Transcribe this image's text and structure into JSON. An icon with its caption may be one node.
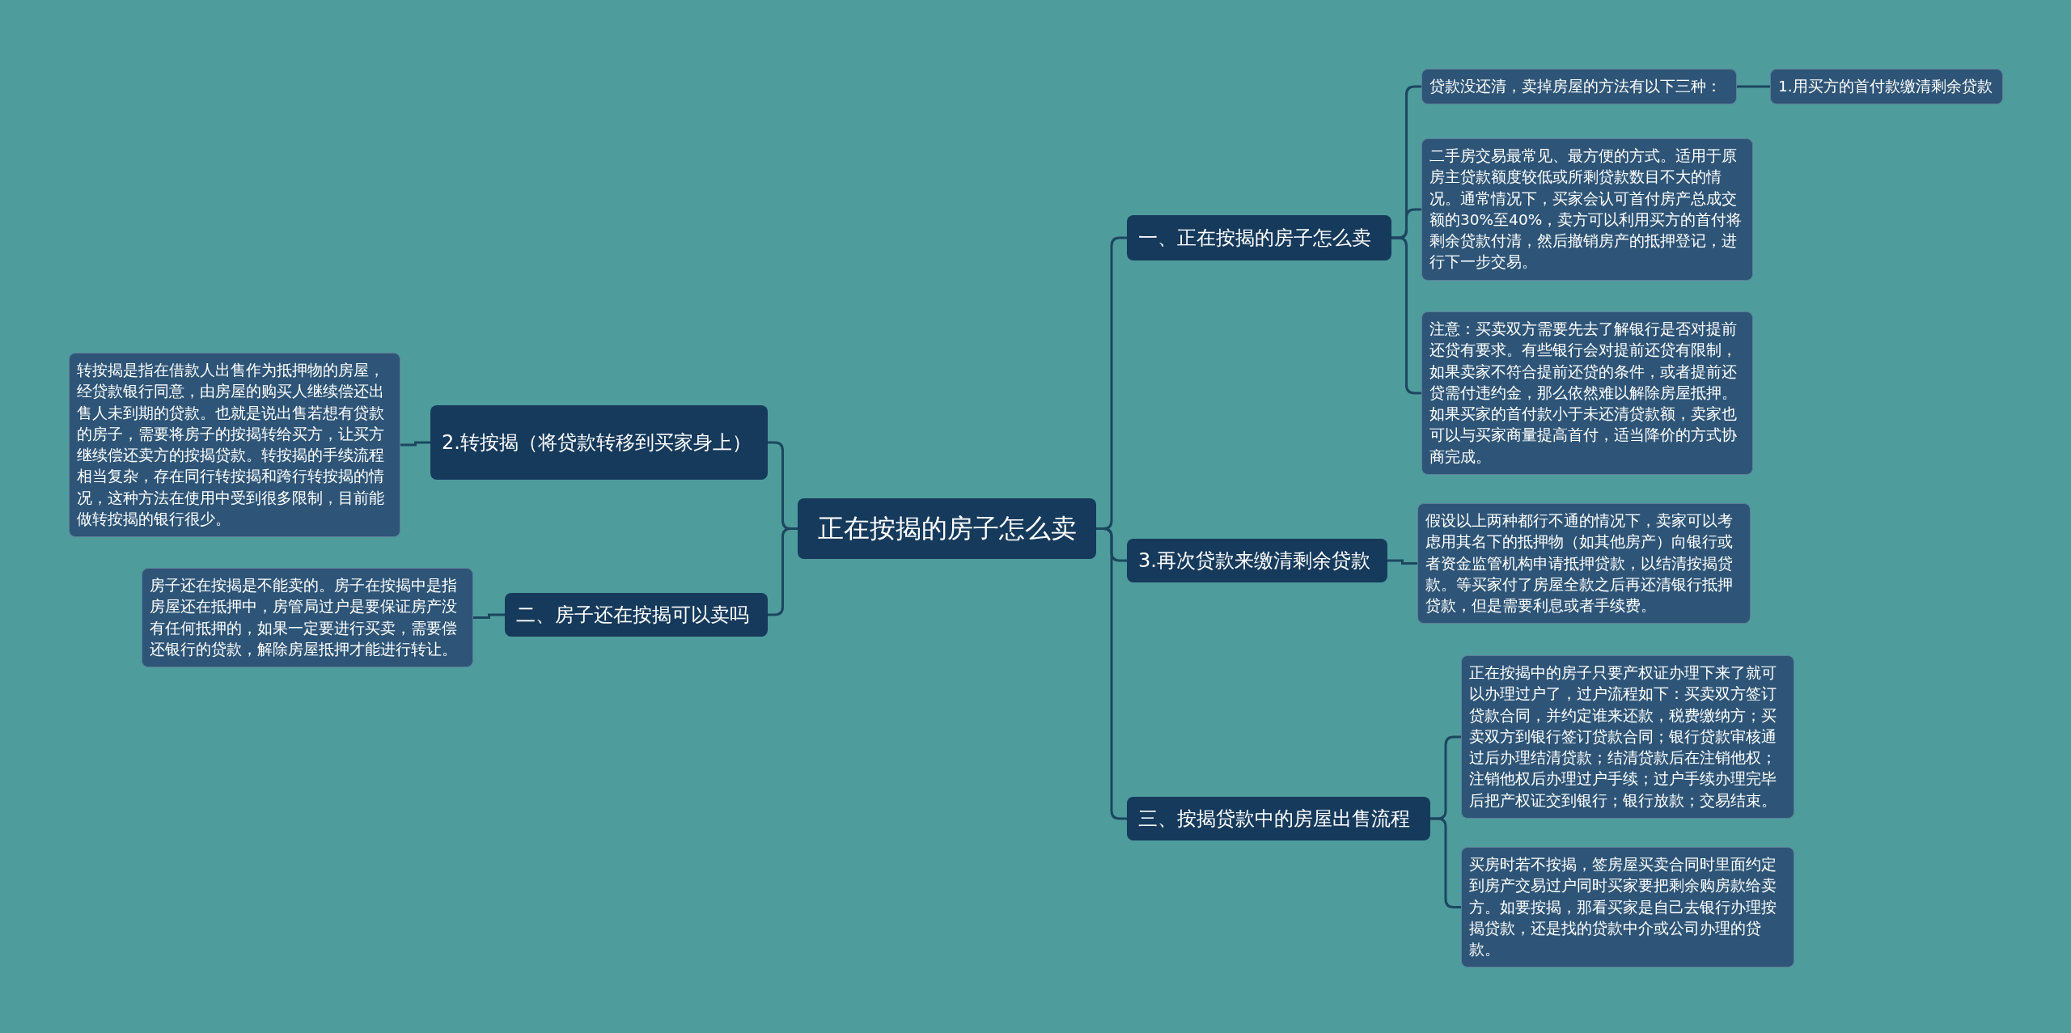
{
  "diagram": {
    "nodes": [
      {
        "text": [
          "正在按揭的房子怎么卖"
        ]
      },
      {
        "text": [
          "一、正在按揭的房子怎么卖"
        ]
      },
      {
        "text": [
          "贷款没还清，卖掉房屋的方法有以下三种："
        ]
      },
      {
        "text": [
          "1.用买方的首付款缴清剩余贷款"
        ]
      },
      {
        "text": [
          "二手房交易最常见、最方便的方式。适用于原房主贷款额度较低或所剩贷款数目不大的情况。通常情况下，买家会认可首付房产总成交额的30%至40%，卖方可以利用买方的首付将剩余贷款付清，然后撤销房产的抵押登记，进行下一步交易。"
        ]
      },
      {
        "text": [
          "注意：买卖双方需要先去了解银行是否对提前还贷有要求。有些银行会对提前还贷有限制，如果卖家不符合提前还贷的条件，或者提前还贷需付违约金，那么依然难以解除房屋抵押。如果买家的首付款小于未还清贷款额，卖家也可以与买家商量提高首付，适当降价的方式协商完成。"
        ]
      },
      {
        "text": [
          "3.再次贷款来缴清剩余贷款"
        ]
      },
      {
        "text": [
          "假设以上两种都行不通的情况下，卖家可以考虑用其名下的抵押物（如其他房产）向银行或者资金监管机构申请抵押贷款，以结清按揭贷款。等买家付了房屋全款之后再还清银行抵押贷款，但是需要利息或者手续费。"
        ]
      },
      {
        "text": [
          "三、按揭贷款中的房屋出售流程"
        ]
      },
      {
        "text": [
          "正在按揭中的房子只要产权证办理下来了就可以办理过户了，过户流程如下：买卖双方签订贷款合同，并约定谁来还款，税费缴纳方；买卖双方到银行签订贷款合同；银行贷款审核通过后办理结清贷款；结清贷款后在注销他权；注销他权后办理过户手续；过户手续办理完毕后把产权证交到银行；银行放款；交易结束。"
        ]
      },
      {
        "text": [
          "买房时若不按揭，签房屋买卖合同时里面约定到房产交易过户同时买家要把剩余购房款给卖方。如要按揭，那看买家是自己去银行办理按揭贷款，还是找的贷款中介或公司办理的贷款。"
        ]
      },
      {
        "text": [
          "2.转按揭（将贷款转移到买家身上）"
        ]
      },
      {
        "text": [
          "转按揭是指在借款人出售作为抵押物的房屋，经贷款银行同意，由房屋的购买人继续偿还出售人未到期的贷款。也就是说出售若想有贷款的房子，需要将房子的按揭转给买方，让买方继续偿还卖方的按揭贷款。转按揭的手续流程相当复杂，存在同行转按揭和跨行转按揭的情况，这种方法在使用中受到很多限制，目前能做转按揭的银行很少。"
        ]
      },
      {
        "text": [
          "二、房子还在按揭可以卖吗"
        ]
      },
      {
        "text": [
          "房子还在按揭是不能卖的。房子在按揭中是指房屋还在抵押中，房管局过户是要保证房产没有任何抵押的，如果一定要进行买卖，需要偿还银行的贷款，解除房屋抵押才能进行转让。"
        ]
      }
    ],
    "edges": [
      {
        "from": 0,
        "to": 1,
        "arrow": "none"
      },
      {
        "from": 1,
        "to": 2,
        "arrow": "none"
      },
      {
        "from": 2,
        "to": 3,
        "arrow": "none"
      },
      {
        "from": 1,
        "to": 4,
        "arrow": "none"
      },
      {
        "from": 1,
        "to": 5,
        "arrow": "none"
      },
      {
        "from": 0,
        "to": 6,
        "arrow": "none"
      },
      {
        "from": 6,
        "to": 7,
        "arrow": "none"
      },
      {
        "from": 0,
        "to": 8,
        "arrow": "none"
      },
      {
        "from": 8,
        "to": 9,
        "arrow": "none"
      },
      {
        "from": 8,
        "to": 10,
        "arrow": "none"
      },
      {
        "from": 0,
        "to": 11,
        "arrow": "none"
      },
      {
        "from": 11,
        "to": 12,
        "arrow": "none"
      },
      {
        "from": 0,
        "to": 13,
        "arrow": "none"
      },
      {
        "from": 13,
        "to": 14,
        "arrow": "none"
      }
    ]
  }
}
